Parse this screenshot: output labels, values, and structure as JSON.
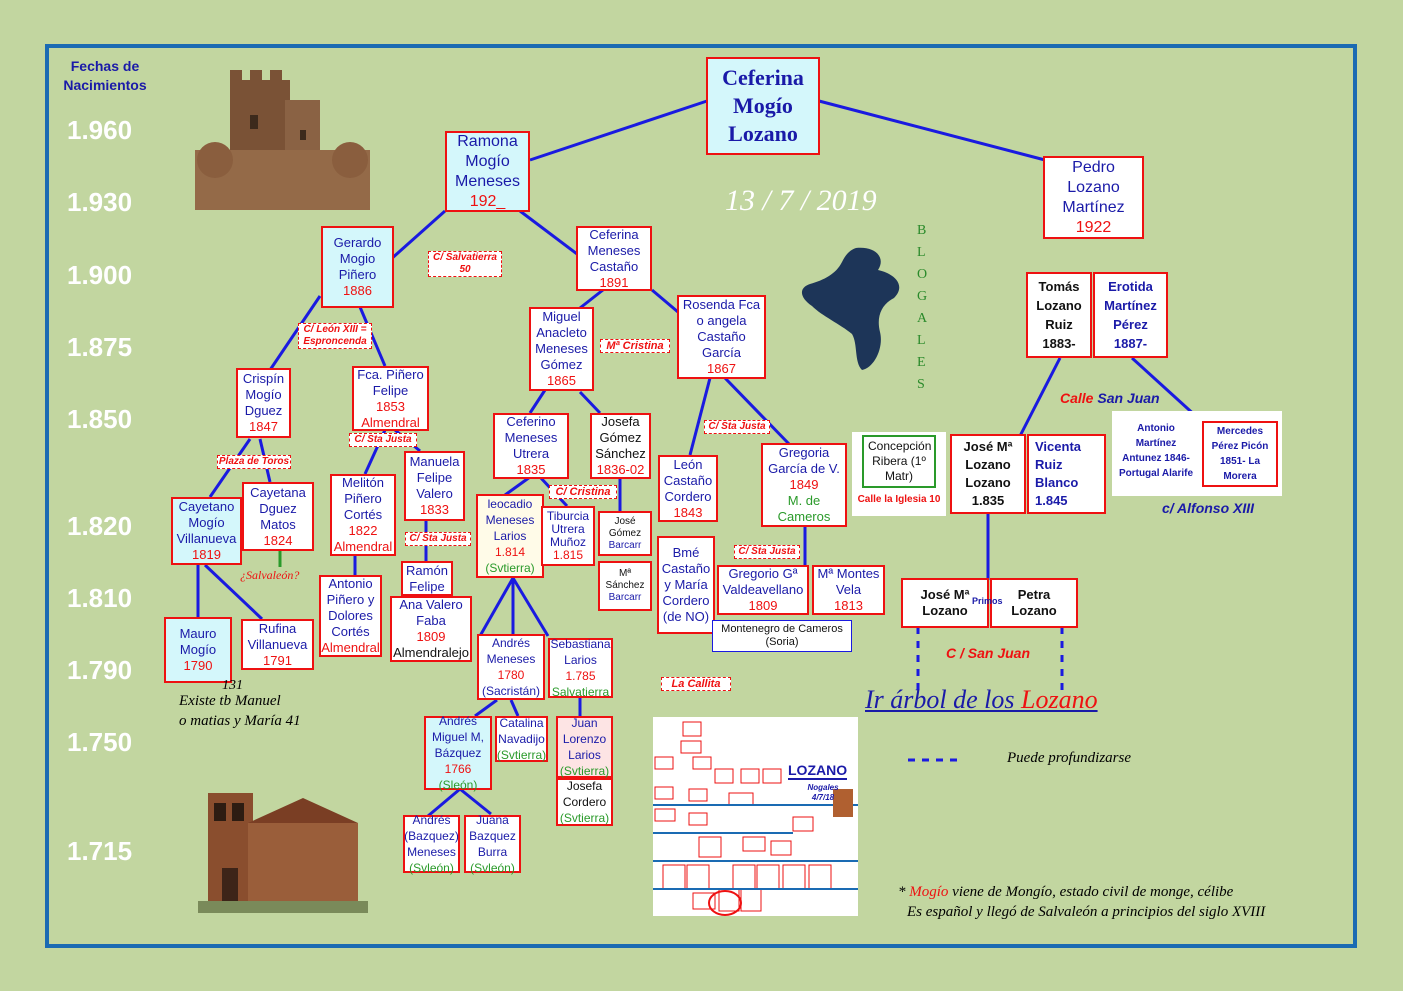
{
  "header": {
    "fechas": "Fechas de Nacimientos",
    "date": "13 / 7 / 2019",
    "blog_letters": [
      "B",
      "L",
      "O",
      "G",
      "A",
      "L",
      "E",
      "S"
    ]
  },
  "years": [
    "1.960",
    "1.930",
    "1.900",
    "1.875",
    "1.850",
    "1.820",
    "1.810",
    "1.790",
    "1.750",
    "1.715"
  ],
  "people": {
    "ceferina_lozano": "Ceferina Mogío Lozano",
    "ramona": {
      "name": "Ramona Mogío Meneses",
      "year": "192_"
    },
    "pedro": {
      "name": "Pedro Lozano Martínez",
      "year": "1922"
    },
    "gerardo": {
      "name": "Gerardo Mogio Piñero",
      "year": "1886"
    },
    "ceferina_castano": {
      "name": "Ceferina Meneses Castaño",
      "year": "1891"
    },
    "miguel_anacleto": {
      "name": "Miguel Anacleto Meneses Gómez",
      "year": "1865"
    },
    "rosenda": {
      "name": "Rosenda Fca o angela Castaño García",
      "year": "1867"
    },
    "crispin": {
      "name": "Crispín Mogío Dguez",
      "year": "1847"
    },
    "fca_pinero": {
      "name": "Fca. Piñero Felipe",
      "year": "1853",
      "place": "Almendral"
    },
    "ceferino": {
      "name": "Ceferino Meneses Utrera",
      "year": "1835"
    },
    "josefa_gomez": {
      "name": "Josefa Gómez Sánchez",
      "year": "1836-02"
    },
    "leon": {
      "name": "León Castaño Cordero",
      "year": "1843"
    },
    "gregoria": {
      "name": "Gregoria García de V.",
      "year": "1849",
      "place": "M. de Cameros"
    },
    "cayetano": {
      "name": "Cayetano Mogío Villanueva",
      "year": "1819"
    },
    "cayetana": {
      "name": "Cayetana Dguez Matos",
      "year": "1824"
    },
    "meliton": {
      "name": "Melitón Piñero Cortés",
      "year": "1822",
      "place": "Almendral"
    },
    "manuela": {
      "name": "Manuela Felipe Valero",
      "year": "1833"
    },
    "leocadio": {
      "name": "leocadio Meneses Larios",
      "year": "1.814",
      "place": "(Svtierra)"
    },
    "tiburcia": {
      "name": "Tiburcia Utrera Muñoz",
      "year": "1.815"
    },
    "jose_gomez": {
      "name": "José Gómez",
      "place": "Barcarr"
    },
    "ma_sanchez": {
      "name": "Mª Sánchez",
      "place": "Barcarr"
    },
    "bme": "Bmé Castaño y María Cordero (de NO)",
    "gregorio": {
      "name": "Gregorio Gª Valdeavellano",
      "year": "1809"
    },
    "ma_montes": {
      "name": "Mª Montes Vela",
      "year": "1813"
    },
    "montenegro": "Montenegro de Cameros (Soria)",
    "ramon": "Ramón Felipe",
    "ana_valero": {
      "name": "Ana Valero Faba",
      "year": "1809",
      "place": "Almendralejo"
    },
    "antonio_pinero": {
      "name": "Antonio Piñero y Dolores Cortés",
      "place": "Almendral"
    },
    "mauro": {
      "name": "Mauro Mogío",
      "year": "1790"
    },
    "rufina": {
      "name": "Rufina Villanueva",
      "year": "1791"
    },
    "andres_meneses": {
      "name": "Andrés Meneses",
      "year": "1780",
      "place": "(Sacristán)"
    },
    "sebastiana": {
      "name": "Sebastiana Larios",
      "year": "1.785",
      "place": "Salvatierra"
    },
    "andres_miguel": {
      "name": "Andrés Miguel M, Bázquez",
      "year": "1766",
      "place": "(Sleón)"
    },
    "catalina": {
      "name": "Catalina Navadijo",
      "place": "(Svtierra)"
    },
    "juan_lorenzo": {
      "name": "Juan Lorenzo Larios",
      "place": "(Svtierra)"
    },
    "josefa_cordero": {
      "name": "Josefa Cordero",
      "place": "(Svtierra)"
    },
    "andres_bazquez": {
      "name": "Andrés (Bazquez) Meneses",
      "place": "(Svleón)"
    },
    "juana": {
      "name": "Juana Bazquez Burra",
      "place": "(Svleón)"
    },
    "tomas": {
      "name": "Tomás Lozano Ruiz",
      "year": "1883-"
    },
    "erotida": {
      "name": "Erotida Martínez Pérez",
      "year": "1887-"
    },
    "concepcion": "Concepción Ribera (1º Matr)",
    "jose_ma_1835": {
      "name": "José Mª Lozano Lozano",
      "year": "1.835"
    },
    "vicenta": {
      "name": "Vicenta Ruiz Blanco",
      "year": "1.845"
    },
    "antonio_martinez": "Antonio Martínez Antunez 1846- Portugal Alarife",
    "mercedes": "Mercedes Pérez Picón 1851- La Morera",
    "jose_ma_lozano": "José Mª Lozano",
    "petra": "Petra Lozano",
    "primos": "Primos"
  },
  "streets": {
    "salvatierra50": "C/ Salvatierra 50",
    "leonxiii": "C/ León XIII = Esproncenda",
    "ma_cristina1": "Mª Cristina",
    "sta_justa1": "C/ Sta Justa",
    "sta_justa2": "C/ Sta Justa",
    "plaza_toros": "Plaza de Toros",
    "cristina2": "C/ Cristina",
    "sta_justa3": "C/ Sta Justa",
    "sta_justa4": "C/ Sta Justa",
    "la_callita": "La Callita"
  },
  "labels": {
    "calle_san_juan_1": "Calle",
    "calle_san_juan_2": "San Juan",
    "calle_iglesia": "Calle la Iglesia 10",
    "alfonso": "c/ Alfonso XIII",
    "c_san_juan": "C / San Juan",
    "salvaleon": "¿Salvaleón?",
    "n131": "131",
    "existe1": "Existe tb Manuel",
    "existe2": "o matias  y María 41",
    "ir_arbol_1": "Ir árbol de los",
    "ir_arbol_2": "Lozano",
    "profundizarse": "Puede profundizarse",
    "footnote1_a": "* ",
    "footnote1_b": "Mogío",
    "footnote1_c": " viene de Mongío, estado civil de monge, célibe",
    "footnote2": "Es español y llegó de Salvaleón a principios del siglo XVIII",
    "lozano_title": "LOZANO",
    "nogales": "Nogales 4/7/18"
  },
  "colors": {
    "frame": "#1a6bb3",
    "background": "#c2d6a0",
    "line": "#1a1ae0",
    "box_border": "#e11"
  }
}
